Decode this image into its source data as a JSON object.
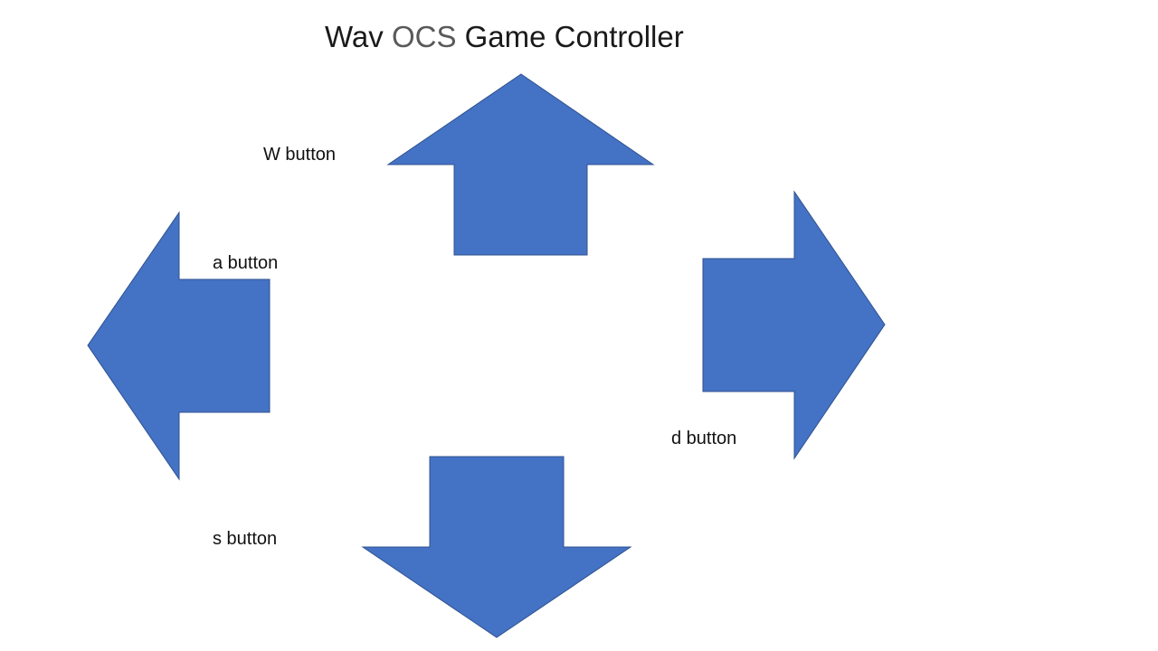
{
  "title": {
    "part1": "Wav",
    "part2": "OCS",
    "part3": "Game Controller"
  },
  "labels": {
    "w": "W button",
    "a": "a button",
    "s": "s button",
    "d": "d button"
  },
  "colors": {
    "arrow_fill": "#4472c4",
    "arrow_stroke": "#2f528f",
    "title_accent": "#595959"
  },
  "icons": {
    "up": "arrow-up-icon",
    "left": "arrow-left-icon",
    "right": "arrow-right-icon",
    "down": "arrow-down-icon"
  }
}
